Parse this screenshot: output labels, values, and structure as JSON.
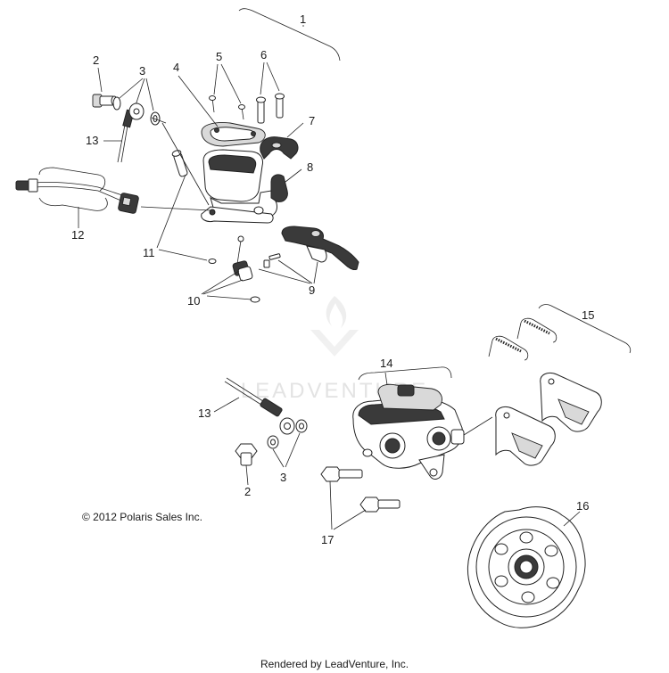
{
  "callouts": [
    {
      "id": "c1",
      "text": "1"
    },
    {
      "id": "c2a",
      "text": "2"
    },
    {
      "id": "c3a",
      "text": "3"
    },
    {
      "id": "c4",
      "text": "4"
    },
    {
      "id": "c5",
      "text": "5"
    },
    {
      "id": "c6",
      "text": "6"
    },
    {
      "id": "c7",
      "text": "7"
    },
    {
      "id": "c8",
      "text": "8"
    },
    {
      "id": "c9",
      "text": "9"
    },
    {
      "id": "c10",
      "text": "10"
    },
    {
      "id": "c11",
      "text": "11"
    },
    {
      "id": "c12",
      "text": "12"
    },
    {
      "id": "c13a",
      "text": "13"
    },
    {
      "id": "c13b",
      "text": "13"
    },
    {
      "id": "c14",
      "text": "14"
    },
    {
      "id": "c15",
      "text": "15"
    },
    {
      "id": "c16",
      "text": "16"
    },
    {
      "id": "c17",
      "text": "17"
    },
    {
      "id": "c2b",
      "text": "2"
    },
    {
      "id": "c3b",
      "text": "3"
    }
  ],
  "copyright": "© 2012 Polaris Sales Inc.",
  "watermark": "LEADVENTURE",
  "footer": "Rendered by LeadVenture, Inc."
}
